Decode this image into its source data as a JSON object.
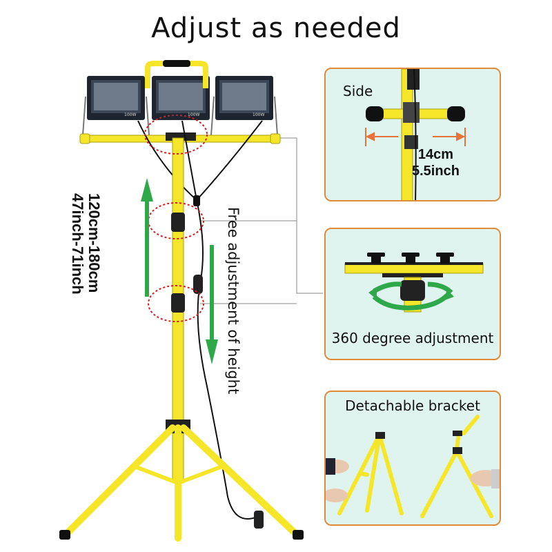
{
  "title": "Adjust as needed",
  "range_label": {
    "line1": "120cm-180cm",
    "line2": "47inch-71inch"
  },
  "free_adjust_label": "Free adjustment of height",
  "light_badge": "100W",
  "panels": {
    "side": {
      "label": "Side",
      "dim_cm": "14cm",
      "dim_inch": "5.5inch"
    },
    "rotation": {
      "label": "360 degree adjustment"
    },
    "detach": {
      "label": "Detachable bracket"
    }
  },
  "colors": {
    "pole": "#f5e62a",
    "panel_border": "#e08a3a",
    "panel_bg": "#dff4ef",
    "arrow_green": "#2fa84a",
    "dim_arrow": "#e8733a",
    "circle_red": "#d22020"
  }
}
